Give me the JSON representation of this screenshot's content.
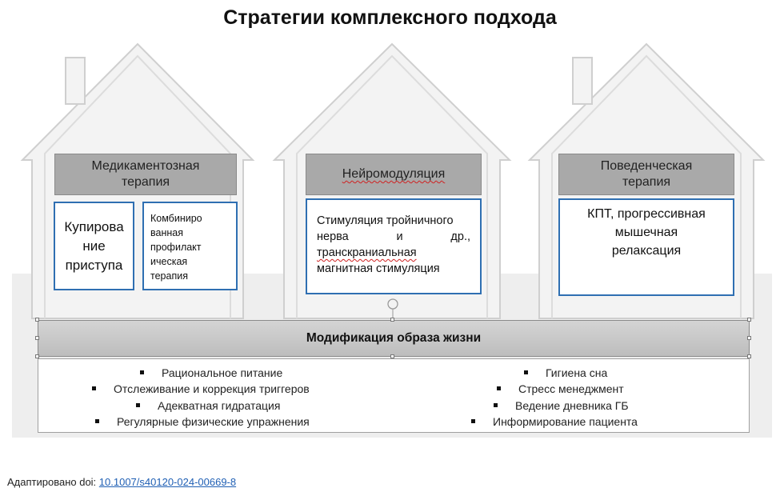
{
  "title": "Стратегии комплексного подхода",
  "houses": [
    {
      "header": [
        "Медикаментозная",
        "терапия"
      ],
      "boxes": [
        {
          "lines": [
            "Купирова",
            "ние",
            "приступа"
          ]
        },
        {
          "lines": [
            "Комбиниро",
            "ванная",
            "профилакт",
            "ическая",
            "терапия"
          ]
        }
      ]
    },
    {
      "header": [
        "Нейромодуляция"
      ],
      "text": {
        "line1": "Стимуляция тройничного",
        "line2": "нерва и др.,",
        "line3": "транскраниальная",
        "line4": "магнитная стимуляция"
      }
    },
    {
      "header": [
        "Поведенческая",
        "терапия"
      ],
      "text": [
        "КПТ, прогрессивная",
        "мышечная",
        "релаксация"
      ]
    }
  ],
  "lifestyle": {
    "title": "Модификация образа жизни",
    "left_items": [
      "Рациональное питание",
      "Отслеживание и коррекция триггеров",
      "Адекватная гидратация",
      "Регулярные физические упражнения"
    ],
    "right_items": [
      "Гигиена сна",
      "Стресс менеджмент",
      "Ведение дневника ГБ",
      "Информирование пациента"
    ]
  },
  "source": {
    "prefix": "Адаптировано doi: ",
    "doi": "10.1007/s40120-024-00669-8"
  },
  "colors": {
    "box_border": "#2f6fb2",
    "header_fill": "#a9a9a9",
    "house_fill": "#f3f3f3",
    "link": "#1f5fb4"
  }
}
